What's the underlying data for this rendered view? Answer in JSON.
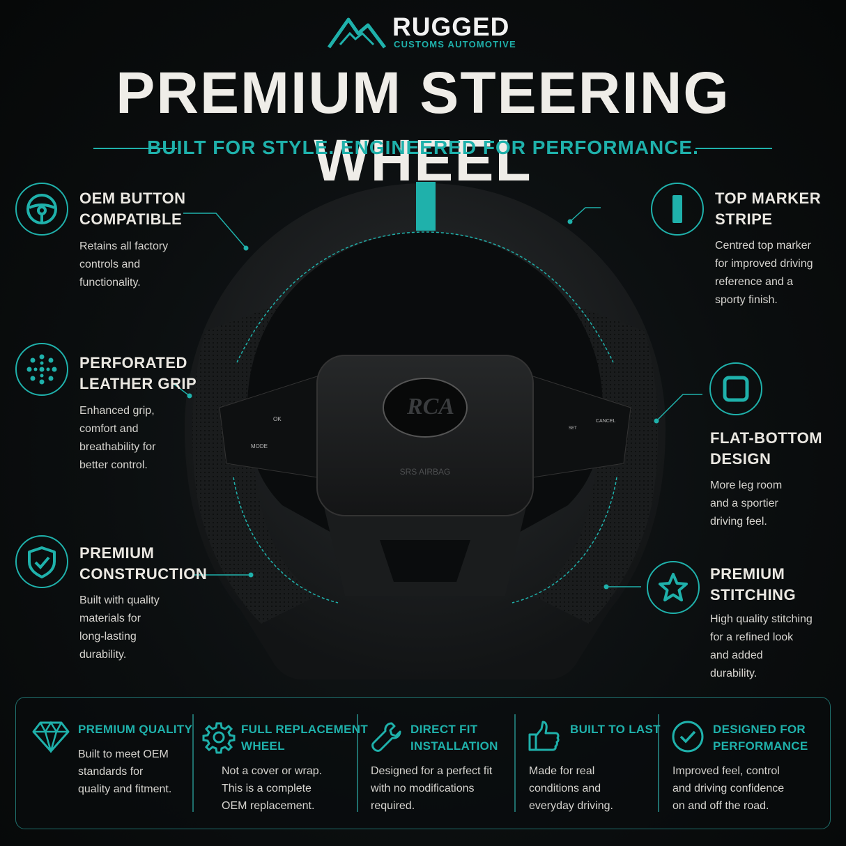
{
  "brand": {
    "name": "RUGGED",
    "tagline": "CUSTOMS AUTOMOTIVE"
  },
  "title": "PREMIUM STEERING WHEEL",
  "subtitle": "BUILT FOR STYLE. ENGINEERED FOR PERFORMANCE.",
  "colors": {
    "accent": "#1fb1ab",
    "background": "#0b0e0f",
    "text": "#ebe8e2"
  },
  "features_left": [
    {
      "icon": "steering-wheel-icon",
      "title_1": "OEM BUTTON",
      "title_2": "COMPATIBLE",
      "desc": [
        "Retains all factory",
        "controls and",
        "functionality."
      ]
    },
    {
      "icon": "dots-icon",
      "title_1": "PERFORATED",
      "title_2": "LEATHER GRIP",
      "desc": [
        "Enhanced grip,",
        "comfort and",
        "breathability for",
        "better control."
      ]
    },
    {
      "icon": "shield-check-icon",
      "title_1": "PREMIUM",
      "title_2": "CONSTRUCTION",
      "desc": [
        "Built with quality",
        "materials for",
        "long-lasting",
        "durability."
      ]
    }
  ],
  "features_right": [
    {
      "icon": "stripe-icon",
      "title_1": "TOP MARKER",
      "title_2": "STRIPE",
      "desc": [
        "Centred top marker",
        "for improved driving",
        "reference and a",
        "sporty finish."
      ]
    },
    {
      "icon": "square-icon",
      "title_1": "FLAT-BOTTOM",
      "title_2": "DESIGN",
      "desc": [
        "More leg room",
        "and a sportier",
        "driving feel."
      ]
    },
    {
      "icon": "star-icon",
      "title_1": "PREMIUM",
      "title_2": "STITCHING",
      "desc": [
        "High quality stitching",
        "for a refined look",
        "and added",
        "durability."
      ]
    }
  ],
  "wheel": {
    "emblem": "RCA",
    "airbag": "SRS AIRBAG",
    "btn_ok": "OK",
    "btn_mode": "MODE",
    "btn_cancel": "CANCEL",
    "btn_set": "SET"
  },
  "bottom": [
    {
      "icon": "diamond-icon",
      "title_1": "PREMIUM QUALITY",
      "title_2": "",
      "desc": [
        "Built to meet OEM",
        "standards for",
        "quality and fitment."
      ]
    },
    {
      "icon": "gear-icon",
      "title_1": "FULL REPLACEMENT",
      "title_2": "WHEEL",
      "desc": [
        "Not a cover or wrap.",
        "This is a complete",
        "OEM replacement."
      ]
    },
    {
      "icon": "wrench-icon",
      "title_1": "DIRECT FIT",
      "title_2": "INSTALLATION",
      "desc": [
        "Designed for a perfect fit",
        "with no modifications",
        "required."
      ]
    },
    {
      "icon": "thumbs-up-icon",
      "title_1": "BUILT TO LAST",
      "title_2": "",
      "desc": [
        "Made for real",
        "conditions and",
        "everyday driving."
      ]
    },
    {
      "icon": "check-circle-icon",
      "title_1": "DESIGNED FOR",
      "title_2": "PERFORMANCE",
      "desc": [
        "Improved feel, control",
        "and driving confidence",
        "on and off the road."
      ]
    }
  ]
}
